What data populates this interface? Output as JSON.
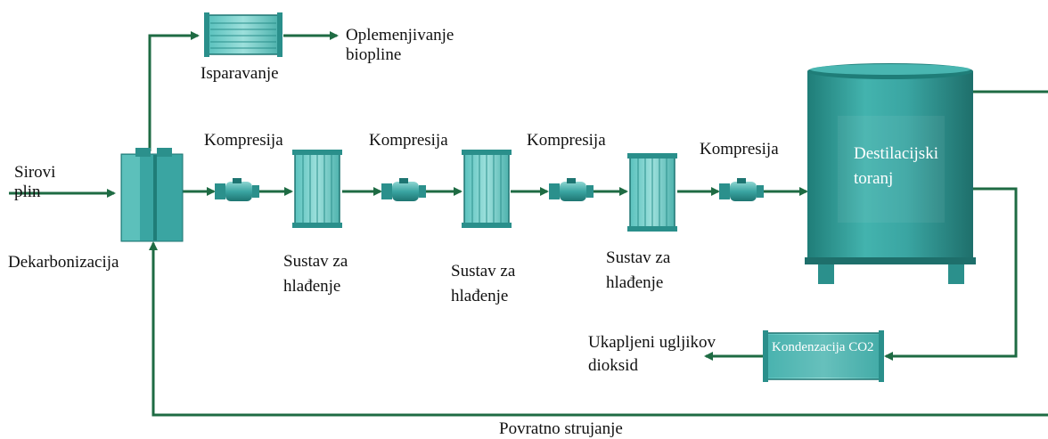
{
  "labels": {
    "raw_gas": "Sirovi plin",
    "decarbonization": "Dekarbonizacija",
    "evaporation": "Isparavanje",
    "biogas_upgrading": "Oplemenjivanje biopline",
    "compression": "Kompresija",
    "cooling_system": "Sustav za hlađenje",
    "distillation_tower": "Destilacijski toranj",
    "condensation": "Kondenzacija CO2",
    "liquefied_co2": "Ukapljeni ugljikov dioksid",
    "return_flow": "Povratno strujanje"
  },
  "colors": {
    "arrow": "#1e6b43",
    "equipment": "#3aa5a2",
    "equipment_dark": "#1e7572",
    "equipment_light": "#8fd6d2"
  }
}
